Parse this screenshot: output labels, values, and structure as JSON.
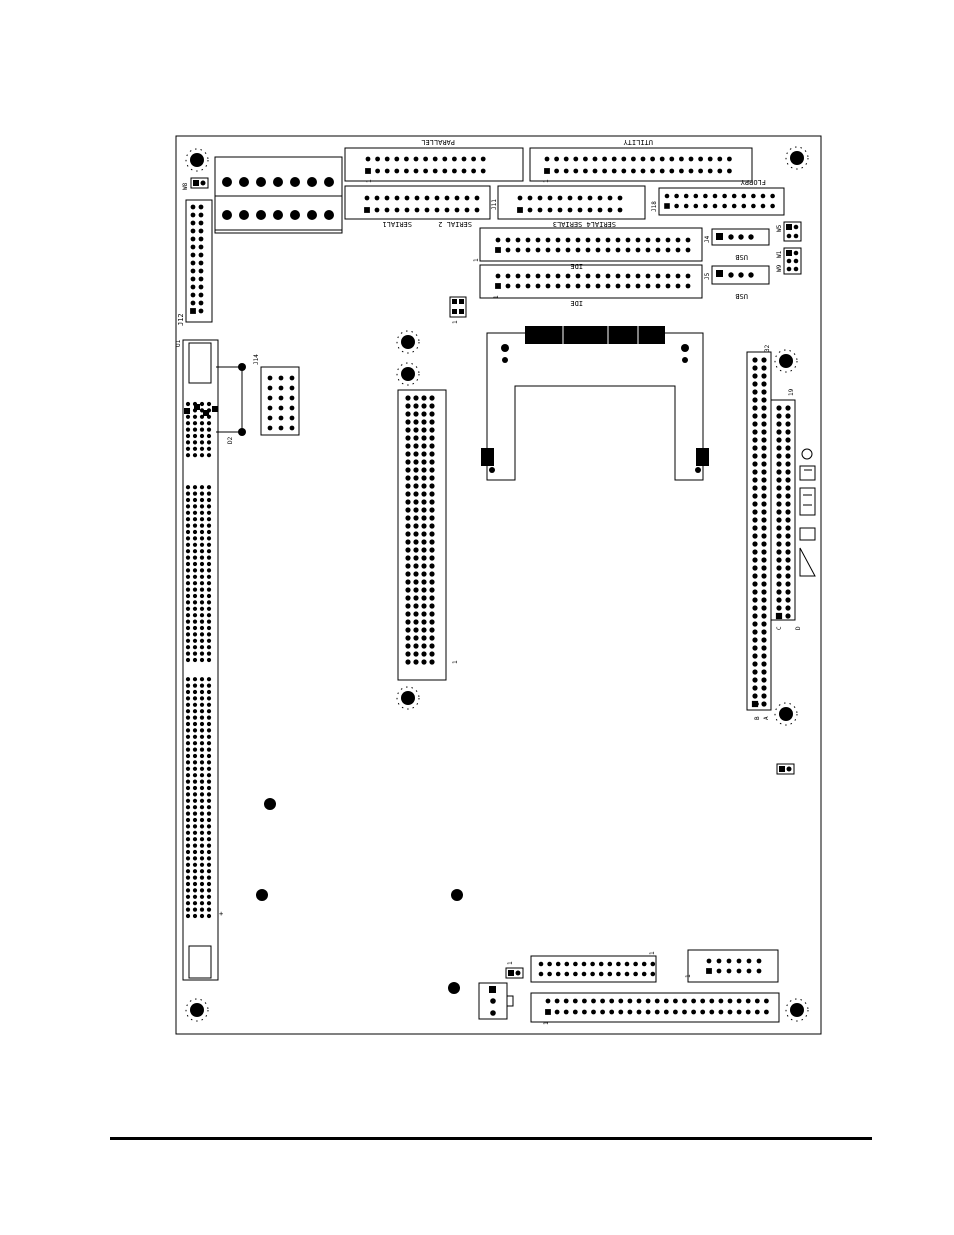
{
  "labels": {
    "parallel": "PARALLEL",
    "utility": "UTILITY",
    "floppy": "FLOPPY",
    "serial2": "SERIAL 2",
    "serial1": "SERIAL1",
    "serial43": "SERIAL4 SERIAL3",
    "ide_top": "IDE",
    "ide_bottom": "IDE",
    "usb_top": "USB",
    "usb_bottom": "USB",
    "j11": "J11",
    "j18": "J18",
    "j4": "J4",
    "j5": "J5",
    "j12": "J12",
    "j14": "J14",
    "u1": "U1",
    "d2": "D2",
    "w8": "W8",
    "w5": "W5",
    "w1": "W1",
    "w9": "W9",
    "pin1": "1",
    "pin32": "32",
    "pin19": "19",
    "row_a": "A",
    "row_b": "B",
    "row_c": "C",
    "row_d": "D",
    "plus": "+"
  },
  "colors": {
    "ink": "#000000",
    "paper": "#ffffff"
  }
}
